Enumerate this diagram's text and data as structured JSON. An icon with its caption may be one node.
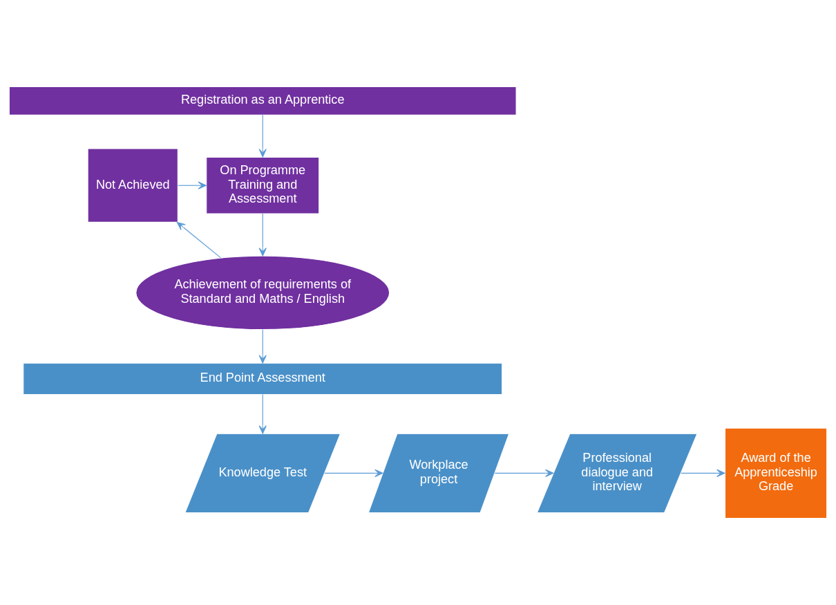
{
  "diagram": {
    "nodes": [
      {
        "text": [
          "Registration as an Apprentice"
        ]
      },
      {
        "text": [
          "On Programme Training and Assessment"
        ]
      },
      {
        "text": [
          "Not Achieved"
        ]
      },
      {
        "text": [
          "Achievement of requirements of Standard and Maths / English"
        ]
      },
      {
        "text": [
          "End Point Assessment"
        ]
      },
      {
        "text": [
          "Knowledge Test"
        ]
      },
      {
        "text": [
          "Workplace project"
        ]
      },
      {
        "text": [
          "Professional dialogue and interview"
        ]
      },
      {
        "text": [
          "Award of the Apprenticeship Grade"
        ]
      }
    ],
    "edges": [
      {
        "from": 0,
        "to": 1,
        "arrow": "to"
      },
      {
        "from": 1,
        "to": 3,
        "arrow": "to"
      },
      {
        "from": 3,
        "to": 2,
        "arrow": "to"
      },
      {
        "from": 2,
        "to": 1,
        "arrow": "to"
      },
      {
        "from": 3,
        "to": 4,
        "arrow": "to"
      },
      {
        "from": 4,
        "to": 5,
        "arrow": "to"
      },
      {
        "from": 5,
        "to": 6,
        "arrow": "to"
      },
      {
        "from": 6,
        "to": 7,
        "arrow": "to"
      },
      {
        "from": 7,
        "to": 8,
        "arrow": "to"
      }
    ]
  }
}
